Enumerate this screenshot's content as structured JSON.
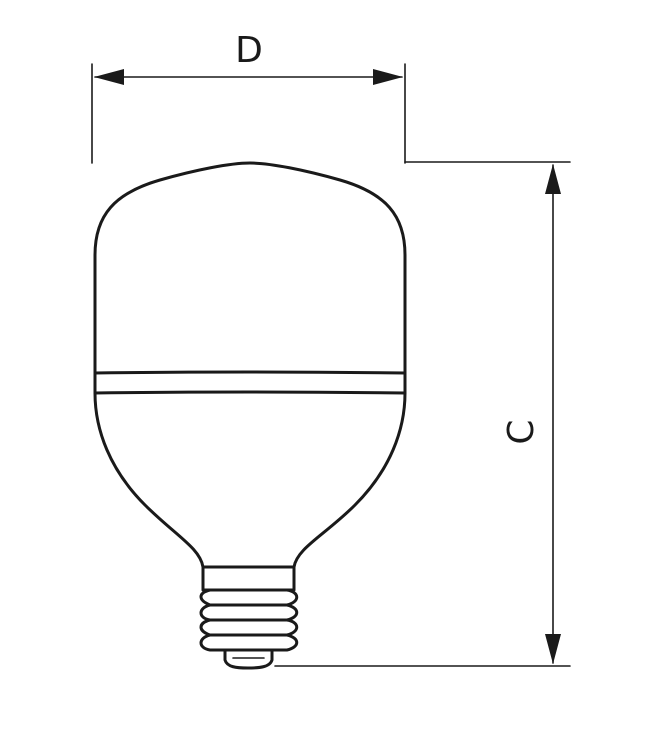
{
  "diagram": {
    "subject": "lamp-bulb-dimension-drawing",
    "dimension_width_label": "D",
    "dimension_height_label": "C"
  },
  "colors": {
    "line": "#1a1a1a",
    "background": "#ffffff"
  }
}
